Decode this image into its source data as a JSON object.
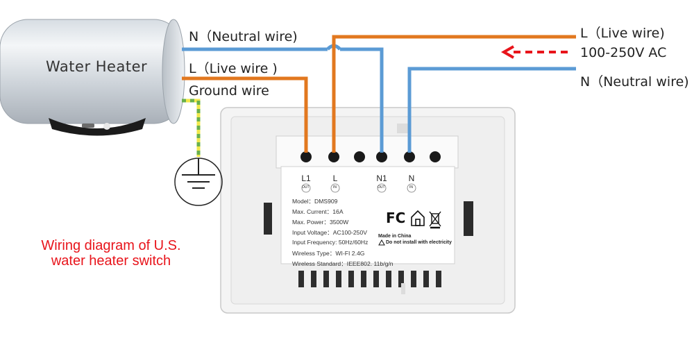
{
  "heater": {
    "label": "Water Heater"
  },
  "left_wires": {
    "neutral": "N（Neutral wire)",
    "live": "L（Live wire )",
    "ground": "Ground wire"
  },
  "right_wires": {
    "live": "L（Live wire)",
    "supply": "100-250V AC",
    "neutral": "N（Neutral wire)"
  },
  "caption": {
    "line1": "Wiring diagram of U.S.",
    "line2": "water heater switch"
  },
  "switch": {
    "terminals": [
      {
        "label": "L1",
        "sub": "OUT"
      },
      {
        "label": "L",
        "sub": "IN"
      },
      {
        "label": "N1",
        "sub": "OUT"
      },
      {
        "label": "N",
        "sub": "IN"
      }
    ],
    "specs": [
      "Model：DMS909",
      "Max. Current：16A",
      "Max. Power：3500W",
      "Input Voltage：AC100-250V",
      "Input Frequency: 50Hz/60Hz",
      "Wireless Type：WI-FI 2.4G",
      "Wireless Standard：IEEE802. 11b/g/n"
    ],
    "fc_mark": "FC",
    "made_in": "Made in China",
    "warning": "Do not install with electricity"
  },
  "colors": {
    "live": "#e2781f",
    "neutral": "#5b9bd5",
    "ground_green": "#6ab04c",
    "ground_yellow": "#f1e84a",
    "caption": "#e8141b",
    "arrow": "#e8141b"
  }
}
